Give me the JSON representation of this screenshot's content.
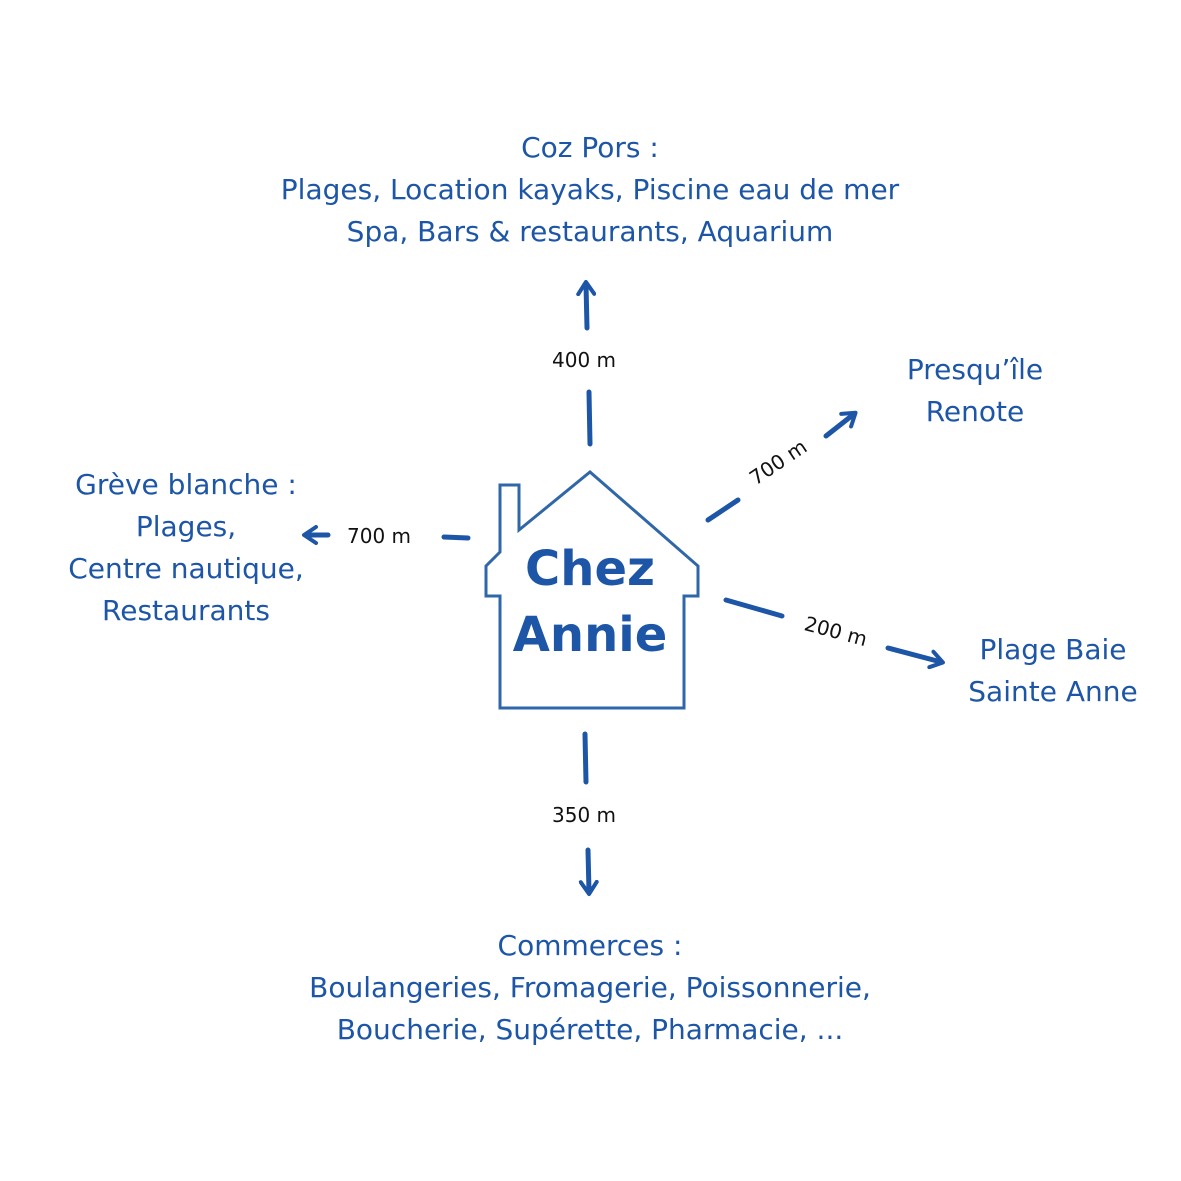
{
  "colors": {
    "accent": "#1d56a6",
    "house_stroke": "#2f67a8",
    "distance_text": "#111111"
  },
  "house": {
    "line1": "Chez",
    "line2": "Annie"
  },
  "destinations": {
    "north": {
      "lines": [
        "Coz Pors :",
        "Plages, Location kayaks, Piscine eau de mer",
        "Spa, Bars & restaurants, Aquarium"
      ]
    },
    "northeast": {
      "lines": [
        "Presqu’île",
        "Renote"
      ]
    },
    "west": {
      "lines": [
        "Grève blanche :",
        "Plages,",
        "Centre nautique,",
        "Restaurants"
      ]
    },
    "east": {
      "lines": [
        "Plage Baie",
        "Sainte Anne"
      ]
    },
    "south": {
      "lines": [
        "Commerces :",
        "Boulangeries, Fromagerie, Poissonnerie,",
        "Boucherie, Supérette, Pharmacie, ..."
      ]
    }
  },
  "distances": {
    "north": "400 m",
    "northeast": "700 m",
    "west": "700 m",
    "east": "200 m",
    "south": "350 m"
  }
}
